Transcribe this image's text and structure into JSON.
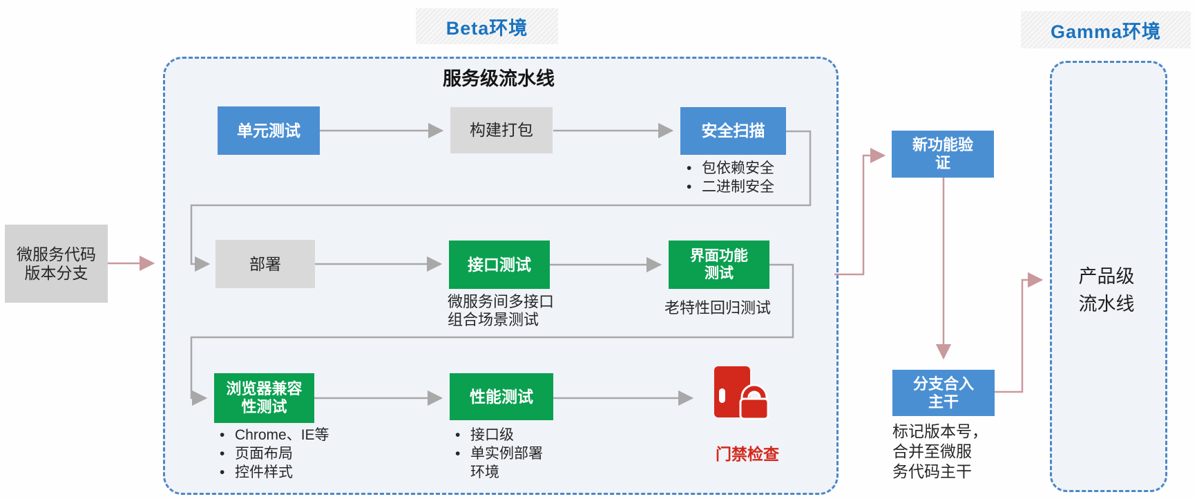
{
  "env": {
    "beta_label": "Beta环境",
    "gamma_label": "Gamma环境"
  },
  "pipeline": {
    "title": "服务级流水线",
    "row1": {
      "unit_test": "单元测试",
      "build_package": "构建打包",
      "security_scan": "安全扫描",
      "security_bullets": [
        "包依赖安全",
        "二进制安全"
      ]
    },
    "row2": {
      "deploy": "部署",
      "api_test": "接口测试",
      "api_caption": [
        "微服务间多接口",
        "组合场景测试"
      ],
      "ui_test_lines": [
        "界面功能",
        "测试"
      ],
      "ui_caption": "老特性回归测试"
    },
    "row3": {
      "browser_test_lines": [
        "浏览器兼容",
        "性测试"
      ],
      "browser_bullets": [
        "Chrome、IE等",
        "页面布局",
        "控件样式"
      ],
      "perf_test": "性能测试",
      "perf_bullets": [
        "接口级",
        "单实例部署"
      ],
      "perf_bullet_continuation": "环境",
      "gate_check": "门禁检查"
    }
  },
  "left": {
    "branch_lines": [
      "微服务代码",
      "版本分支"
    ]
  },
  "right": {
    "new_feature_lines": [
      "新功能验",
      "证"
    ],
    "merge_trunk_lines": [
      "分支合入",
      "主干"
    ],
    "merge_caption": [
      "标记版本号，",
      "合并至微服",
      "务代码主干"
    ],
    "product_pipeline_lines": [
      "产品级",
      "流水线"
    ]
  },
  "colors": {
    "blue_node": "#4b8fd3",
    "green_node": "#0aa04f",
    "gray_node": "#d9d9d9",
    "red_accent": "#d3281c",
    "dashed_border": "#4c87c5",
    "env_label_text": "#1973c0",
    "pink_connector": "#c9999d",
    "gray_connector": "#a8a8a8"
  }
}
